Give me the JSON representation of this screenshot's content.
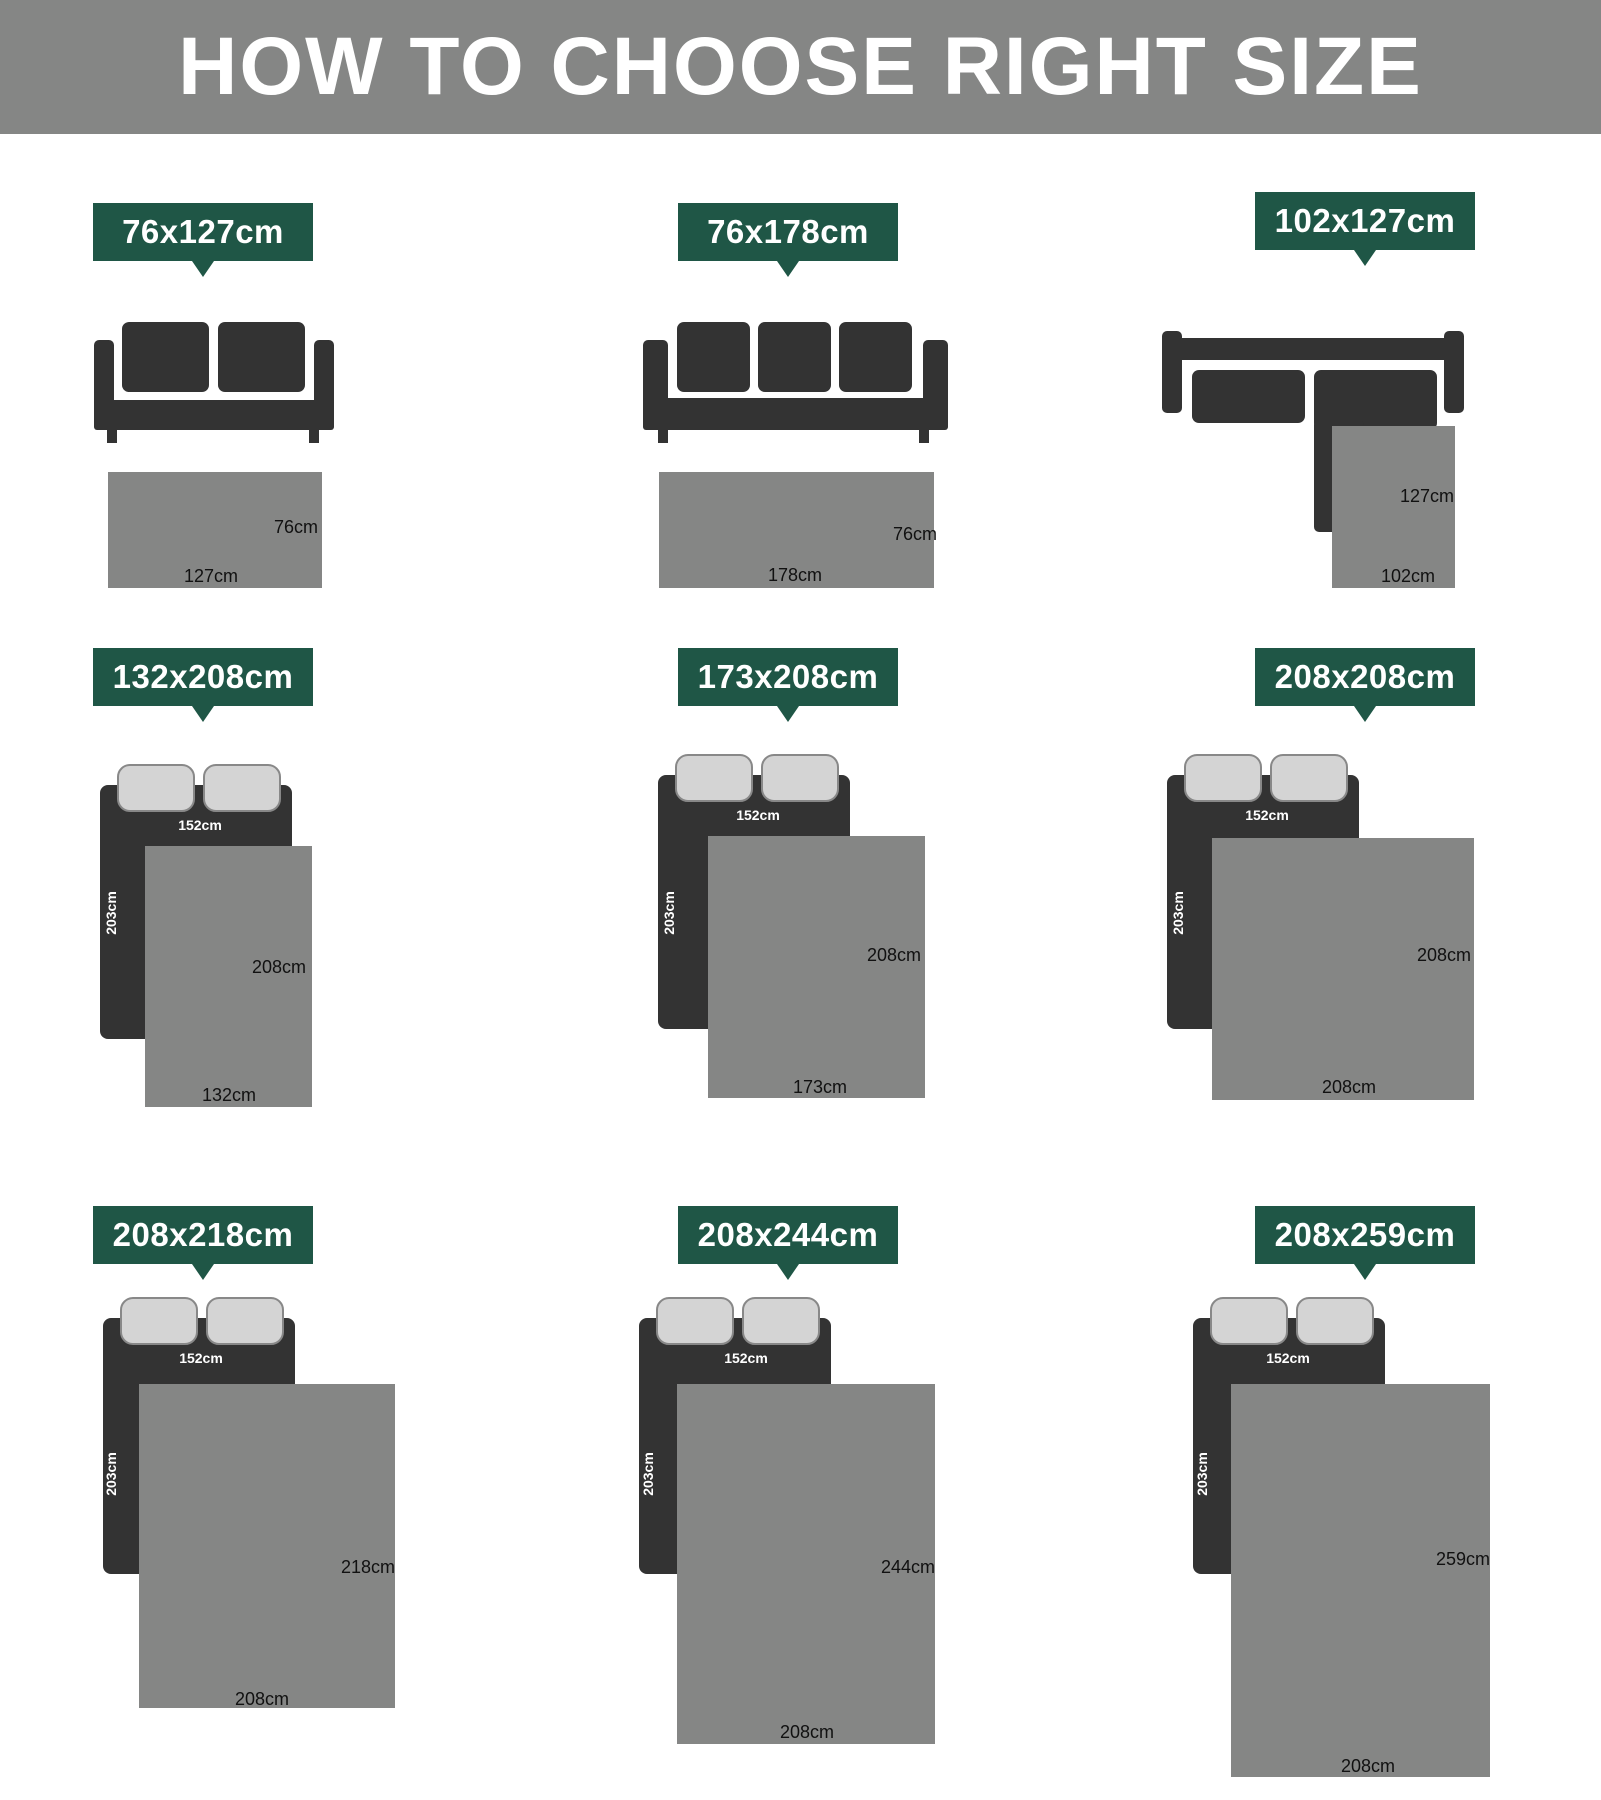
{
  "header": {
    "title": "HOW TO CHOOSE RIGHT SIZE"
  },
  "colors": {
    "badge": "#1f5646",
    "rug": "#858685",
    "furniture": "#333333",
    "pillow": "#d4d4d4",
    "header": "#858685"
  },
  "sizes": [
    {
      "label": "76x127cm",
      "rug_width_label": "127cm",
      "rug_depth_label": "76cm",
      "furniture": "sofa-two-seat-icon"
    },
    {
      "label": "76x178cm",
      "rug_width_label": "178cm",
      "rug_depth_label": "76cm",
      "furniture": "sofa-three-seat-icon"
    },
    {
      "label": "102x127cm",
      "rug_width_label": "102cm",
      "rug_depth_label": "127cm",
      "furniture": "sectional-sofa-icon"
    },
    {
      "label": "132x208cm",
      "rug_width_label": "132cm",
      "rug_depth_label": "208cm",
      "bed_width_label": "152cm",
      "bed_length_label": "203cm",
      "furniture": "bed-icon"
    },
    {
      "label": "173x208cm",
      "rug_width_label": "173cm",
      "rug_depth_label": "208cm",
      "bed_width_label": "152cm",
      "bed_length_label": "203cm",
      "furniture": "bed-icon"
    },
    {
      "label": "208x208cm",
      "rug_width_label": "208cm",
      "rug_depth_label": "208cm",
      "bed_width_label": "152cm",
      "bed_length_label": "203cm",
      "furniture": "bed-icon"
    },
    {
      "label": "208x218cm",
      "rug_width_label": "208cm",
      "rug_depth_label": "218cm",
      "bed_width_label": "152cm",
      "bed_length_label": "203cm",
      "furniture": "bed-icon"
    },
    {
      "label": "208x244cm",
      "rug_width_label": "208cm",
      "rug_depth_label": "244cm",
      "bed_width_label": "152cm",
      "bed_length_label": "203cm",
      "furniture": "bed-icon"
    },
    {
      "label": "208x259cm",
      "rug_width_label": "208cm",
      "rug_depth_label": "259cm",
      "bed_width_label": "152cm",
      "bed_length_label": "203cm",
      "furniture": "bed-icon"
    }
  ]
}
